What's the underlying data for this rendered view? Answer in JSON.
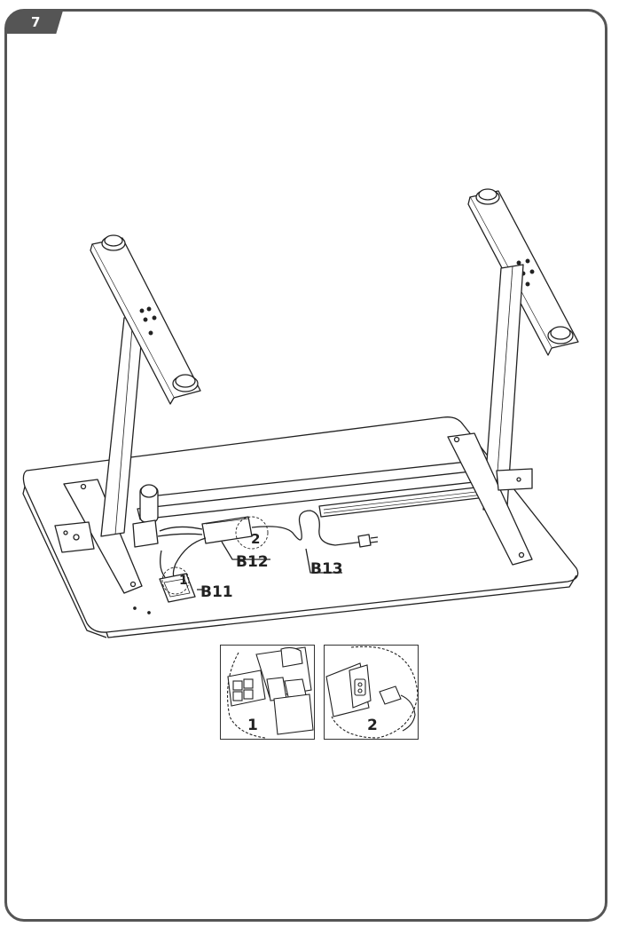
{
  "step": {
    "number": "7"
  },
  "callouts": {
    "b11": "B11",
    "b12": "B12",
    "b13": "B13",
    "circle1": "1",
    "circle2": "2"
  },
  "details": [
    {
      "number": "1"
    },
    {
      "number": "2"
    }
  ],
  "colors": {
    "line": "#222222",
    "frame": "#555555"
  }
}
